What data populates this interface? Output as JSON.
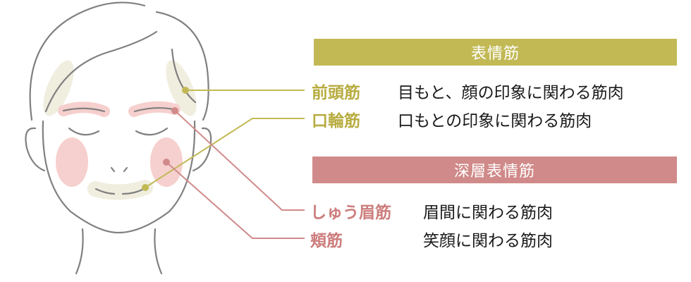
{
  "colors": {
    "olive_accent": "#c2b955",
    "rose_accent": "#d08a89",
    "olive_highlight": "#f0eedf",
    "rose_highlight": "#f6d0ce",
    "face_line": "#808080"
  },
  "sections": [
    {
      "title": "表情筋",
      "muscles": [
        {
          "name": "前頭筋",
          "description": "目もと、顔の印象に関わる筋肉"
        },
        {
          "name": "口輪筋",
          "description": "口もとの印象に関わる筋肉"
        }
      ]
    },
    {
      "title": "深層表情筋",
      "muscles": [
        {
          "name": "しゅう眉筋",
          "description": "眉間に関わる筋肉"
        },
        {
          "name": "頬筋",
          "description": "笑顔に関わる筋肉"
        }
      ]
    }
  ]
}
